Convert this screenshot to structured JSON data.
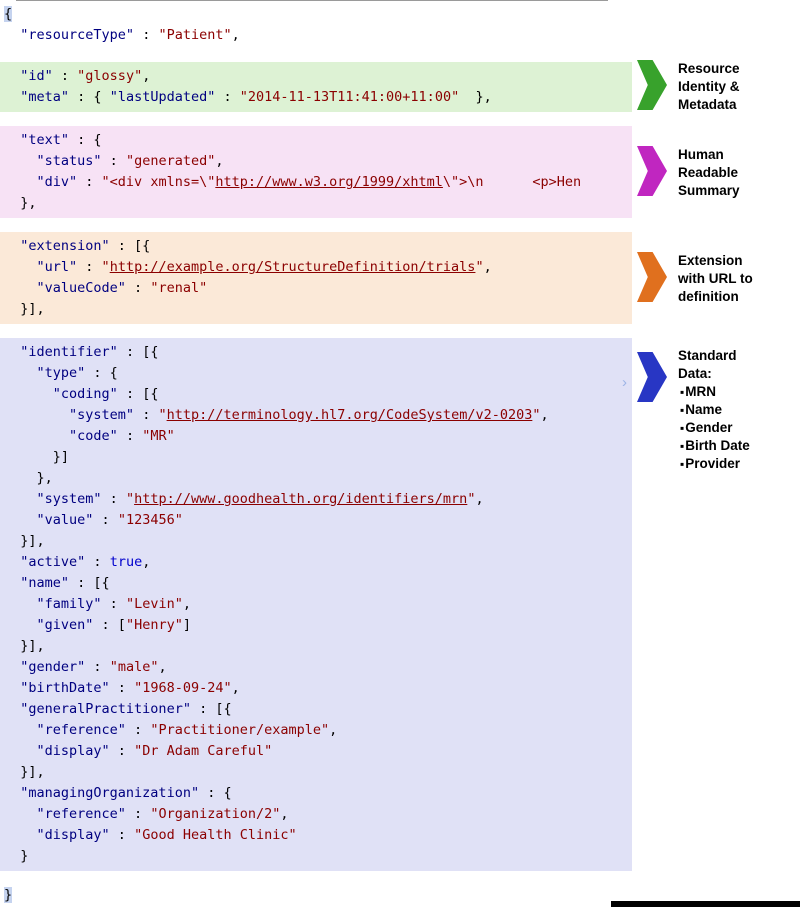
{
  "title": "FHIR Patient resource JSON example with annotated sections",
  "icons": {
    "mini_chevron": "›"
  },
  "colors": {
    "key": "#000080",
    "string": "#8b0000",
    "url": "#8b0000",
    "keyword": "#0000cd",
    "selection_bg": "#c5d3ef",
    "identity_bg": "#ddf2d4",
    "narrative_bg": "#f7e2f5",
    "extension_bg": "#fbe9d8",
    "standard_bg": "#e0e1f6"
  },
  "code": {
    "blocks": [
      {
        "id": "opening",
        "bg": "",
        "lines": [
          [
            [
              "sel",
              "{"
            ]
          ],
          [
            [
              "p",
              "  "
            ],
            [
              "k",
              "\"resourceType\""
            ],
            [
              "p",
              " : "
            ],
            [
              "s",
              "\"Patient\""
            ],
            [
              "p",
              ","
            ]
          ]
        ]
      },
      {
        "id": "identity",
        "bg": "#ddf2d4",
        "lines": [
          [
            [
              "p",
              "  "
            ],
            [
              "k",
              "\"id\""
            ],
            [
              "p",
              " : "
            ],
            [
              "s",
              "\"glossy\""
            ],
            [
              "p",
              ","
            ]
          ],
          [
            [
              "p",
              "  "
            ],
            [
              "k",
              "\"meta\""
            ],
            [
              "p",
              " : { "
            ],
            [
              "k",
              "\"lastUpdated\""
            ],
            [
              "p",
              " : "
            ],
            [
              "s",
              "\"2014-11-13T11:41:00+11:00\""
            ],
            [
              "p",
              "  },"
            ]
          ]
        ]
      },
      {
        "id": "narrative",
        "bg": "#f7e2f5",
        "lines": [
          [
            [
              "p",
              "  "
            ],
            [
              "k",
              "\"text\""
            ],
            [
              "p",
              " : {"
            ]
          ],
          [
            [
              "p",
              "    "
            ],
            [
              "k",
              "\"status\""
            ],
            [
              "p",
              " : "
            ],
            [
              "s",
              "\"generated\""
            ],
            [
              "p",
              ","
            ]
          ],
          [
            [
              "p",
              "    "
            ],
            [
              "k",
              "\"div\""
            ],
            [
              "p",
              " : "
            ],
            [
              "s",
              "\"<div xmlns=\\\""
            ],
            [
              "u",
              "http://www.w3.org/1999/xhtml"
            ],
            [
              "s",
              "\\\">\\n      <p>Hen"
            ]
          ],
          [
            [
              "p",
              "  },"
            ]
          ]
        ]
      },
      {
        "id": "extension",
        "bg": "#fbe9d8",
        "lines": [
          [
            [
              "p",
              "  "
            ],
            [
              "k",
              "\"extension\""
            ],
            [
              "p",
              " : [{"
            ]
          ],
          [
            [
              "p",
              "    "
            ],
            [
              "k",
              "\"url\""
            ],
            [
              "p",
              " : "
            ],
            [
              "s",
              "\""
            ],
            [
              "u",
              "http://example.org/StructureDefinition/trials"
            ],
            [
              "s",
              "\""
            ],
            [
              "p",
              ","
            ]
          ],
          [
            [
              "p",
              "    "
            ],
            [
              "k",
              "\"valueCode\""
            ],
            [
              "p",
              " : "
            ],
            [
              "s",
              "\"renal\""
            ]
          ],
          [
            [
              "p",
              "  }],"
            ]
          ]
        ]
      },
      {
        "id": "standard",
        "bg": "#e0e1f6",
        "lines": [
          [
            [
              "p",
              "  "
            ],
            [
              "k",
              "\"identifier\""
            ],
            [
              "p",
              " : [{"
            ]
          ],
          [
            [
              "p",
              "    "
            ],
            [
              "k",
              "\"type\""
            ],
            [
              "p",
              " : {"
            ]
          ],
          [
            [
              "p",
              "      "
            ],
            [
              "k",
              "\"coding\""
            ],
            [
              "p",
              " : [{"
            ]
          ],
          [
            [
              "p",
              "        "
            ],
            [
              "k",
              "\"system\""
            ],
            [
              "p",
              " : "
            ],
            [
              "s",
              "\""
            ],
            [
              "u",
              "http://terminology.hl7.org/CodeSystem/v2-0203"
            ],
            [
              "s",
              "\""
            ],
            [
              "p",
              ","
            ]
          ],
          [
            [
              "p",
              "        "
            ],
            [
              "k",
              "\"code\""
            ],
            [
              "p",
              " : "
            ],
            [
              "s",
              "\"MR\""
            ]
          ],
          [
            [
              "p",
              "      }]"
            ]
          ],
          [
            [
              "p",
              "    },"
            ]
          ],
          [
            [
              "p",
              "    "
            ],
            [
              "k",
              "\"system\""
            ],
            [
              "p",
              " : "
            ],
            [
              "s",
              "\""
            ],
            [
              "u",
              "http://www.goodhealth.org/identifiers/mrn"
            ],
            [
              "s",
              "\""
            ],
            [
              "p",
              ","
            ]
          ],
          [
            [
              "p",
              "    "
            ],
            [
              "k",
              "\"value\""
            ],
            [
              "p",
              " : "
            ],
            [
              "s",
              "\"123456\""
            ]
          ],
          [
            [
              "p",
              "  }],"
            ]
          ],
          [
            [
              "p",
              "  "
            ],
            [
              "k",
              "\"active\""
            ],
            [
              "p",
              " : "
            ],
            [
              "b",
              "true"
            ],
            [
              "p",
              ","
            ]
          ],
          [
            [
              "p",
              "  "
            ],
            [
              "k",
              "\"name\""
            ],
            [
              "p",
              " : [{"
            ]
          ],
          [
            [
              "p",
              "    "
            ],
            [
              "k",
              "\"family\""
            ],
            [
              "p",
              " : "
            ],
            [
              "s",
              "\"Levin\""
            ],
            [
              "p",
              ","
            ]
          ],
          [
            [
              "p",
              "    "
            ],
            [
              "k",
              "\"given\""
            ],
            [
              "p",
              " : ["
            ],
            [
              "s",
              "\"Henry\""
            ],
            [
              "p",
              "]"
            ]
          ],
          [
            [
              "p",
              "  }],"
            ]
          ],
          [
            [
              "p",
              "  "
            ],
            [
              "k",
              "\"gender\""
            ],
            [
              "p",
              " : "
            ],
            [
              "s",
              "\"male\""
            ],
            [
              "p",
              ","
            ]
          ],
          [
            [
              "p",
              "  "
            ],
            [
              "k",
              "\"birthDate\""
            ],
            [
              "p",
              " : "
            ],
            [
              "s",
              "\"1968-09-24\""
            ],
            [
              "p",
              ","
            ]
          ],
          [
            [
              "p",
              "  "
            ],
            [
              "k",
              "\"generalPractitioner\""
            ],
            [
              "p",
              " : [{"
            ]
          ],
          [
            [
              "p",
              "    "
            ],
            [
              "k",
              "\"reference\""
            ],
            [
              "p",
              " : "
            ],
            [
              "s",
              "\"Practitioner/example\""
            ],
            [
              "p",
              ","
            ]
          ],
          [
            [
              "p",
              "    "
            ],
            [
              "k",
              "\"display\""
            ],
            [
              "p",
              " : "
            ],
            [
              "s",
              "\"Dr Adam Careful\""
            ]
          ],
          [
            [
              "p",
              "  }],"
            ]
          ],
          [
            [
              "p",
              "  "
            ],
            [
              "k",
              "\"managingOrganization\""
            ],
            [
              "p",
              " : {"
            ]
          ],
          [
            [
              "p",
              "    "
            ],
            [
              "k",
              "\"reference\""
            ],
            [
              "p",
              " : "
            ],
            [
              "s",
              "\"Organization/2\""
            ],
            [
              "p",
              ","
            ]
          ],
          [
            [
              "p",
              "    "
            ],
            [
              "k",
              "\"display\""
            ],
            [
              "p",
              " : "
            ],
            [
              "s",
              "\"Good Health Clinic\""
            ]
          ],
          [
            [
              "p",
              "  }"
            ]
          ]
        ]
      },
      {
        "id": "closing",
        "bg": "",
        "lines": [
          [
            [
              "sel",
              "}"
            ]
          ]
        ]
      }
    ]
  },
  "annotations": [
    {
      "id": "identity",
      "arrow_color": "#38a22c",
      "lines": [
        "Resource",
        "Identity &",
        "Metadata"
      ]
    },
    {
      "id": "narrative",
      "arrow_color": "#c026c0",
      "lines": [
        "Human",
        "Readable",
        "Summary"
      ]
    },
    {
      "id": "extension",
      "arrow_color": "#e0701e",
      "lines": [
        "Extension",
        "with URL to",
        "definition"
      ]
    },
    {
      "id": "standard",
      "arrow_color": "#2836c4",
      "lines": [
        "Standard",
        "Data:"
      ],
      "bullets": [
        "MRN",
        "Name",
        "Gender",
        "Birth Date",
        "Provider"
      ]
    }
  ]
}
